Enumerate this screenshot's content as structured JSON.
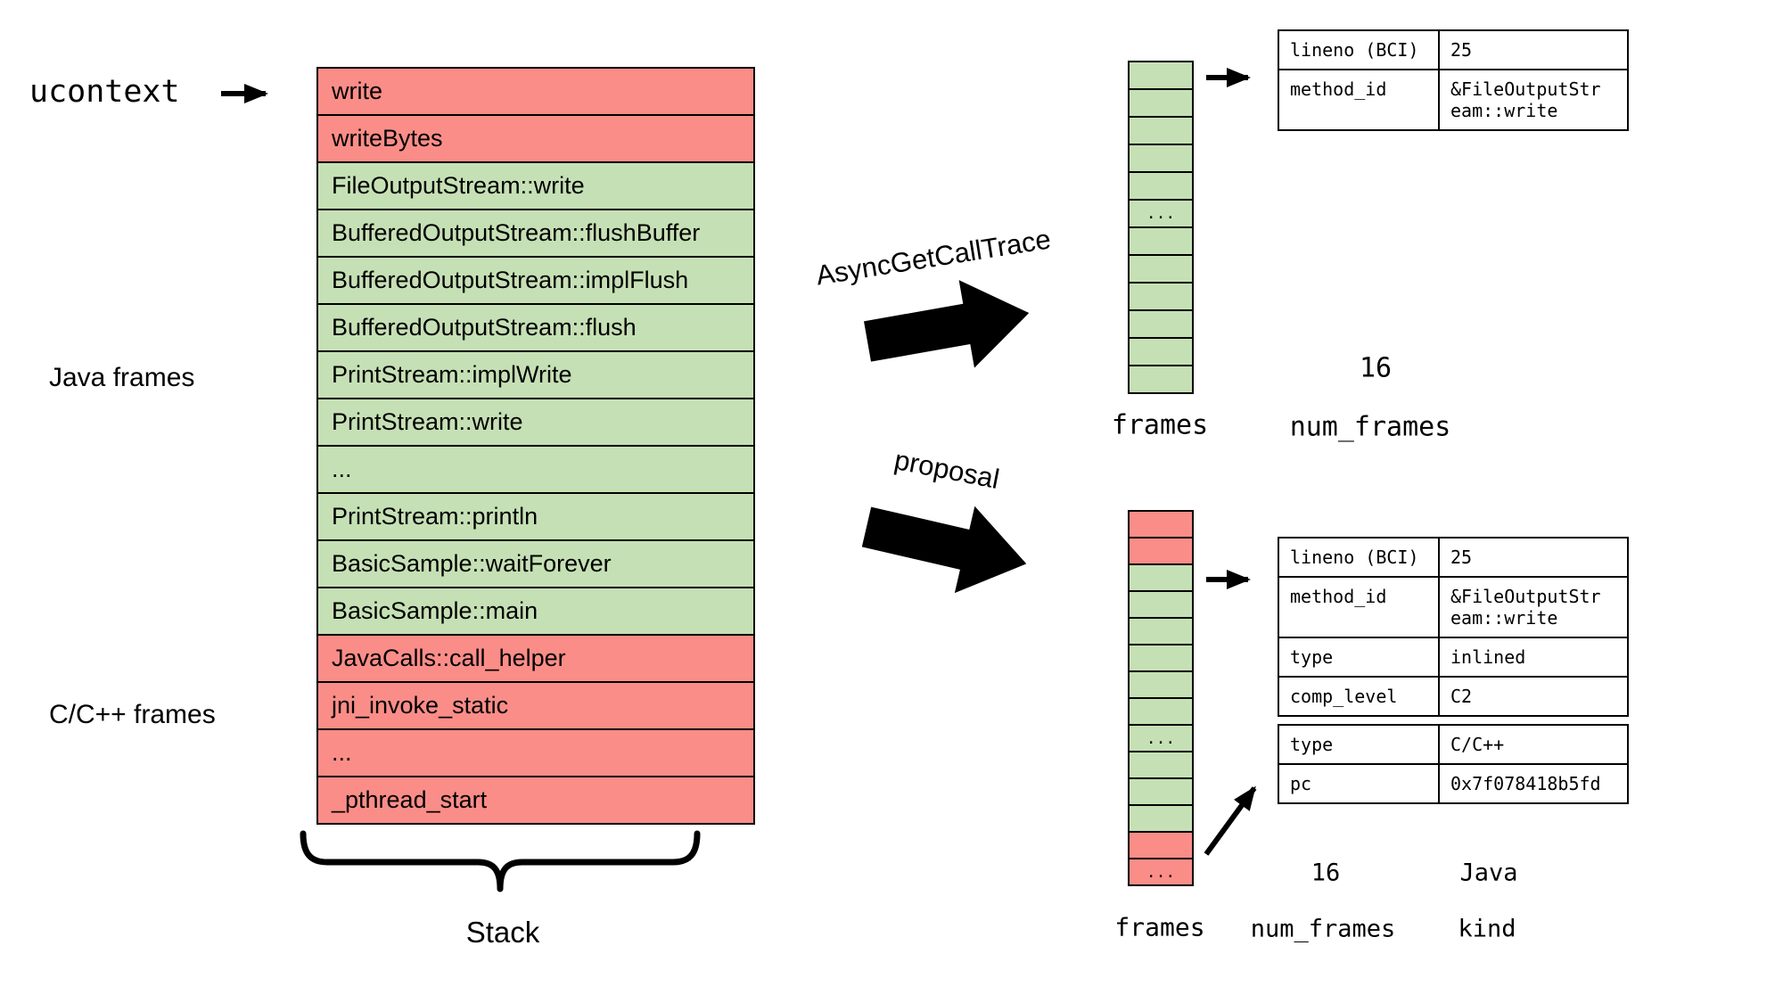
{
  "colors": {
    "red": "#FB8D88",
    "green": "#C6E0B5",
    "ink": "#000000"
  },
  "left": {
    "ucontext_label": "ucontext",
    "java_frames_label": "Java frames",
    "c_frames_label": "C/C++ frames",
    "stack_label": "Stack",
    "stack_rows": [
      {
        "text": "write",
        "kind": "red"
      },
      {
        "text": "writeBytes",
        "kind": "red"
      },
      {
        "text": "FileOutputStream::write",
        "kind": "green"
      },
      {
        "text": "BufferedOutputStream::flushBuffer",
        "kind": "green"
      },
      {
        "text": "BufferedOutputStream::implFlush",
        "kind": "green"
      },
      {
        "text": "BufferedOutputStream::flush",
        "kind": "green"
      },
      {
        "text": "PrintStream::implWrite",
        "kind": "green"
      },
      {
        "text": "PrintStream::write",
        "kind": "green"
      },
      {
        "text": "...",
        "kind": "green"
      },
      {
        "text": "PrintStream::println",
        "kind": "green"
      },
      {
        "text": "BasicSample::waitForever",
        "kind": "green"
      },
      {
        "text": "BasicSample::main",
        "kind": "green"
      },
      {
        "text": "JavaCalls::call_helper",
        "kind": "red"
      },
      {
        "text": "jni_invoke_static",
        "kind": "red"
      },
      {
        "text": "...",
        "kind": "red"
      },
      {
        "text": "_pthread_start",
        "kind": "red"
      }
    ]
  },
  "middle": {
    "agct_label": "AsyncGetCallTrace",
    "proposal_label": "proposal"
  },
  "agct": {
    "frames_label": "frames",
    "num_frames_label": "num_frames",
    "num_frames_value": "16",
    "column_cells": [
      {
        "fill": "green",
        "text": ""
      },
      {
        "fill": "green",
        "text": ""
      },
      {
        "fill": "green",
        "text": ""
      },
      {
        "fill": "green",
        "text": ""
      },
      {
        "fill": "green",
        "text": ""
      },
      {
        "fill": "green",
        "text": "..."
      },
      {
        "fill": "green",
        "text": ""
      },
      {
        "fill": "green",
        "text": ""
      },
      {
        "fill": "green",
        "text": ""
      },
      {
        "fill": "green",
        "text": ""
      },
      {
        "fill": "green",
        "text": ""
      },
      {
        "fill": "green",
        "text": ""
      }
    ],
    "frame_table": [
      {
        "key": "lineno (BCI)",
        "value": "25"
      },
      {
        "key": "method_id",
        "value": "&FileOutputStr\neam::write"
      }
    ]
  },
  "proposal": {
    "frames_label": "frames",
    "num_frames_label": "num_frames",
    "num_frames_value": "16",
    "kind_label": "kind",
    "kind_value": "Java",
    "column_cells": [
      {
        "fill": "red",
        "text": ""
      },
      {
        "fill": "red",
        "text": ""
      },
      {
        "fill": "green",
        "text": ""
      },
      {
        "fill": "green",
        "text": ""
      },
      {
        "fill": "green",
        "text": ""
      },
      {
        "fill": "green",
        "text": ""
      },
      {
        "fill": "green",
        "text": ""
      },
      {
        "fill": "green",
        "text": ""
      },
      {
        "fill": "green",
        "text": "..."
      },
      {
        "fill": "green",
        "text": ""
      },
      {
        "fill": "green",
        "text": ""
      },
      {
        "fill": "green",
        "text": ""
      },
      {
        "fill": "red",
        "text": ""
      },
      {
        "fill": "red",
        "text": "..."
      }
    ],
    "java_frame_table": [
      {
        "key": "lineno (BCI)",
        "value": "25"
      },
      {
        "key": "method_id",
        "value": "&FileOutputStr\neam::write"
      },
      {
        "key": "type",
        "value": "inlined"
      },
      {
        "key": "comp_level",
        "value": "C2"
      }
    ],
    "native_frame_table": [
      {
        "key": "type",
        "value": "C/C++"
      },
      {
        "key": "pc",
        "value": "0x7f078418b5fd"
      }
    ]
  }
}
